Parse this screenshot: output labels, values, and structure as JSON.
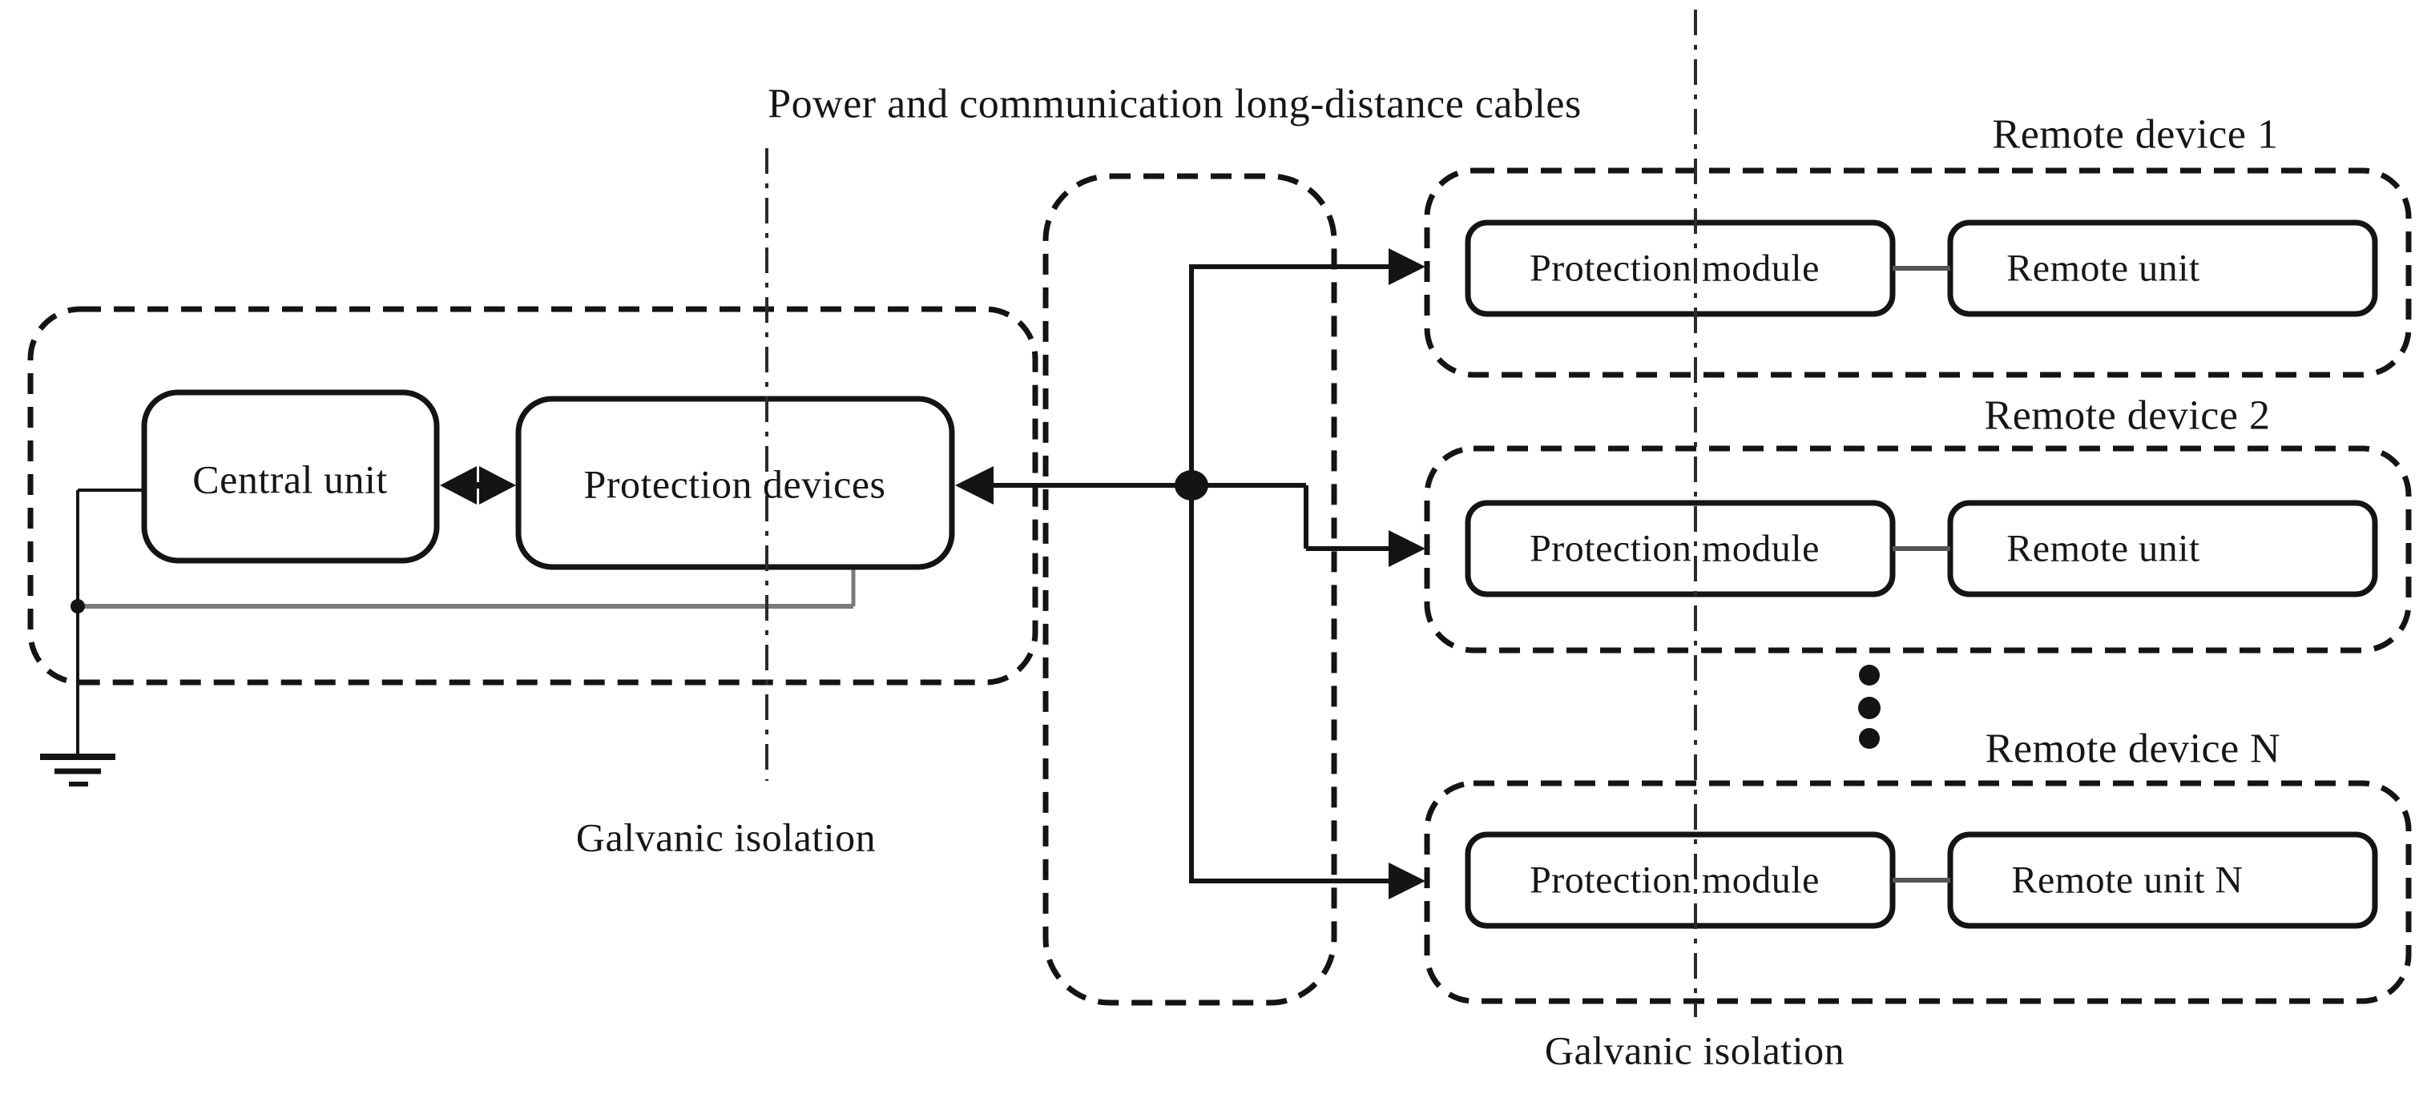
{
  "labels": {
    "top_cables": "Power and communication long-distance cables",
    "galvanic_left": "Galvanic isolation",
    "galvanic_right": "Galvanic isolation"
  },
  "left_group": {
    "central_unit": "Central unit",
    "protection_devices": "Protection devices"
  },
  "remote_devices": [
    {
      "title": "Remote device 1",
      "module": "Protection module",
      "unit": "Remote unit"
    },
    {
      "title": "Remote device 2",
      "module": "Protection module",
      "unit": "Remote unit"
    },
    {
      "title": "Remote device N",
      "module": "Protection module",
      "unit": "Remote unit N"
    }
  ],
  "icons": {
    "ground": "earth-ground-symbol",
    "junction": "filled-junction-dot",
    "ellipsis": "vertical-ellipsis-dots",
    "arrowhead": "filled-triangle-arrowhead"
  },
  "colors": {
    "line": "#141414",
    "gray_line": "#7a7a7a",
    "background": "#ffffff"
  }
}
